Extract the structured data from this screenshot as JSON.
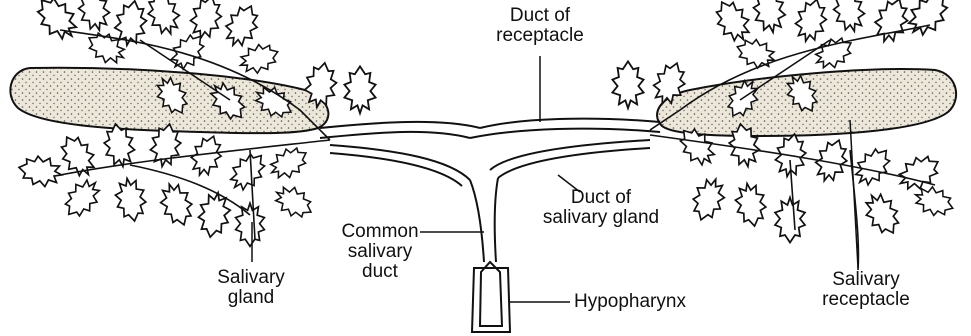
{
  "labels": {
    "duct_of_receptacle": [
      "Duct of",
      "receptacle"
    ],
    "duct_of_salivary_gland": [
      "Duct of",
      "salivary gland"
    ],
    "common_salivary_duct": [
      "Common",
      "salivary",
      "duct"
    ],
    "hypopharynx": "Hypopharynx",
    "salivary_gland": [
      "Salivary",
      "gland"
    ],
    "salivary_receptacle": [
      "Salivary",
      "receptacle"
    ]
  },
  "colors": {
    "ink": "#111111",
    "receptacle_fill": "#ece7d9",
    "leaf_fill": "#ffffff"
  }
}
